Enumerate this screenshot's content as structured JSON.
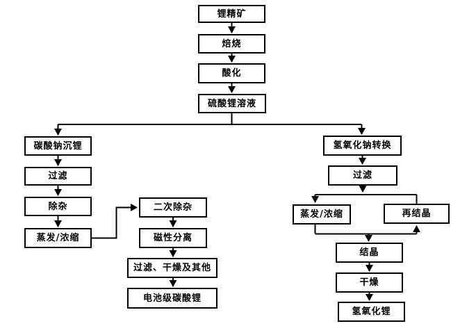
{
  "diagram": {
    "type": "flowchart",
    "language": "zh-CN",
    "colors": {
      "background": "#ffffff",
      "box_fill": "#ffffff",
      "box_border": "#000000",
      "line": "#000000",
      "text": "#000000"
    },
    "nodes": {
      "lithium_concentrate": "锂精矿",
      "roasting": "焙烧",
      "acidification": "酸化",
      "lithium_sulfate_solution": "硫酸锂溶液",
      "sodium_carbonate_precipitation": "碳酸钠沉锂",
      "filtration_left": "过滤",
      "impurity_removal": "除杂",
      "evaporation_concentration_left": "蒸发/浓缩",
      "secondary_impurity_removal": "二次除杂",
      "magnetic_separation": "磁性分离",
      "filtration_drying_others": "过滤、干燥及其他",
      "battery_grade_lithium_carbonate": "电池级碳酸锂",
      "sodium_hydroxide_conversion": "氢氧化钠转换",
      "filtration_right": "过滤",
      "evaporation_concentration_right": "蒸发/浓缩",
      "recrystallization": "再结晶",
      "crystallization": "结晶",
      "drying": "干燥",
      "lithium_hydroxide": "氢氧化锂"
    },
    "edges": [
      {
        "from": "lithium_concentrate",
        "to": "roasting"
      },
      {
        "from": "roasting",
        "to": "acidification"
      },
      {
        "from": "acidification",
        "to": "lithium_sulfate_solution"
      },
      {
        "from": "lithium_sulfate_solution",
        "to": "sodium_carbonate_precipitation"
      },
      {
        "from": "lithium_sulfate_solution",
        "to": "sodium_hydroxide_conversion"
      },
      {
        "from": "sodium_carbonate_precipitation",
        "to": "filtration_left"
      },
      {
        "from": "filtration_left",
        "to": "impurity_removal"
      },
      {
        "from": "impurity_removal",
        "to": "evaporation_concentration_left"
      },
      {
        "from": "evaporation_concentration_left",
        "to": "secondary_impurity_removal"
      },
      {
        "from": "secondary_impurity_removal",
        "to": "magnetic_separation"
      },
      {
        "from": "magnetic_separation",
        "to": "filtration_drying_others"
      },
      {
        "from": "filtration_drying_others",
        "to": "battery_grade_lithium_carbonate"
      },
      {
        "from": "sodium_hydroxide_conversion",
        "to": "filtration_right"
      },
      {
        "from": "filtration_right",
        "to": "evaporation_concentration_right"
      },
      {
        "from": "recrystallization",
        "to": "evaporation_concentration_right"
      },
      {
        "from": "evaporation_concentration_right",
        "to": "crystallization"
      },
      {
        "from": "evaporation_concentration_right",
        "to": "recrystallization"
      },
      {
        "from": "crystallization",
        "to": "drying"
      },
      {
        "from": "drying",
        "to": "lithium_hydroxide"
      }
    ]
  }
}
